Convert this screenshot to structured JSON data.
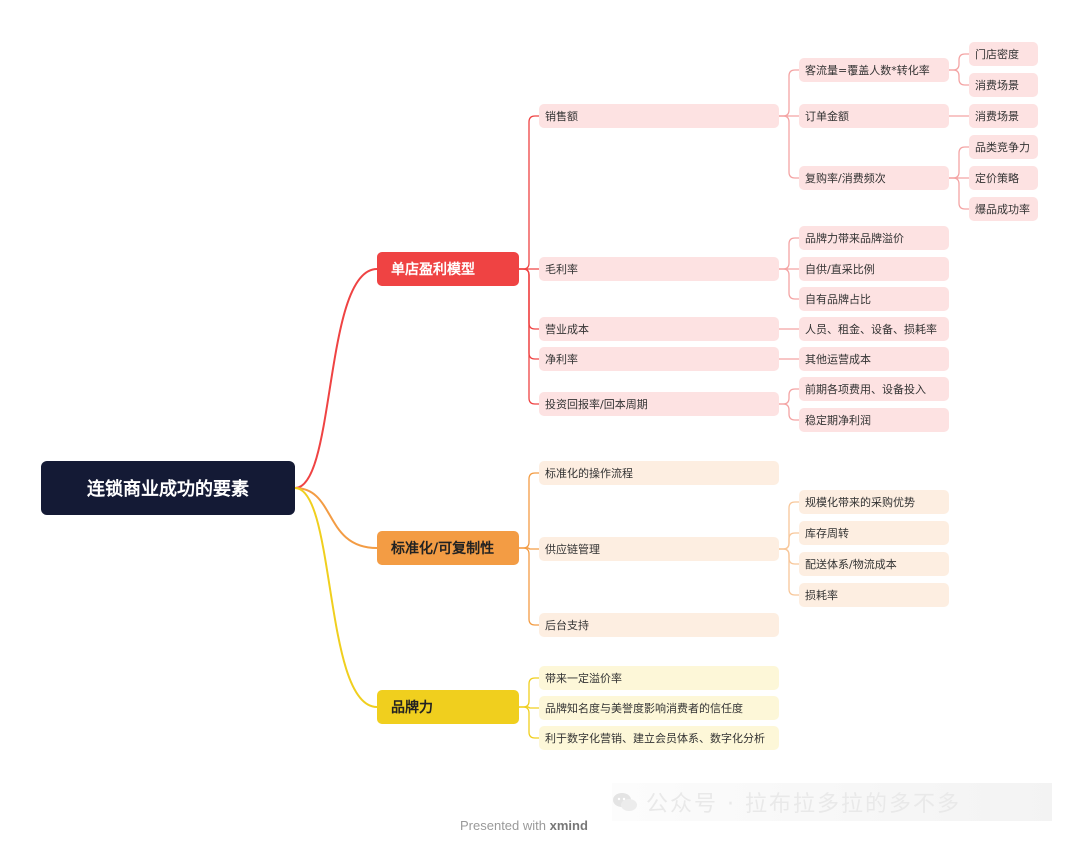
{
  "root": {
    "label": "连锁商业成功的要素"
  },
  "branches": [
    {
      "label": "单店盈利模型",
      "color": "#ef4343",
      "children": [
        {
          "label": "销售额",
          "children": [
            {
              "label": "客流量=覆盖人数*转化率",
              "children": [
                "门店密度",
                "消费场景"
              ]
            },
            {
              "label": "订单金额",
              "children": [
                "消费场景"
              ]
            },
            {
              "label": "复购率/消费频次",
              "children": [
                "品类竞争力",
                "定价策略",
                "爆品成功率"
              ]
            }
          ]
        },
        {
          "label": "毛利率",
          "children": [
            {
              "label": "品牌力带来品牌溢价",
              "children": []
            },
            {
              "label": "自供/直采比例",
              "children": []
            },
            {
              "label": "自有品牌占比",
              "children": []
            }
          ]
        },
        {
          "label": "营业成本",
          "children": [
            {
              "label": "人员、租金、设备、损耗率",
              "children": []
            }
          ]
        },
        {
          "label": "净利率",
          "children": [
            {
              "label": "其他运营成本",
              "children": []
            }
          ]
        },
        {
          "label": "投资回报率/回本周期",
          "children": [
            {
              "label": "前期各项费用、设备投入",
              "children": []
            },
            {
              "label": "稳定期净利润",
              "children": []
            }
          ]
        }
      ]
    },
    {
      "label": "标准化/可复制性",
      "color": "#f39c44",
      "children": [
        {
          "label": "标准化的操作流程",
          "children": []
        },
        {
          "label": "供应链管理",
          "children": [
            {
              "label": "规模化带来的采购优势",
              "children": []
            },
            {
              "label": "库存周转",
              "children": []
            },
            {
              "label": "配送体系/物流成本",
              "children": []
            },
            {
              "label": "损耗率",
              "children": []
            }
          ]
        },
        {
          "label": "后台支持",
          "children": []
        }
      ]
    },
    {
      "label": "品牌力",
      "color": "#f0cf1e",
      "children": [
        {
          "label": "带来一定溢价率",
          "children": []
        },
        {
          "label": "品牌知名度与美誉度影响消费者的信任度",
          "children": []
        },
        {
          "label": "利于数字化营销、建立会员体系、数字化分析",
          "children": []
        }
      ]
    }
  ],
  "footer": {
    "prefix": "Presented with",
    "brand": "xmind"
  },
  "watermark": {
    "text": "公众号 · 拉布拉多拉的多不多",
    "icon": "wechat-icon"
  }
}
